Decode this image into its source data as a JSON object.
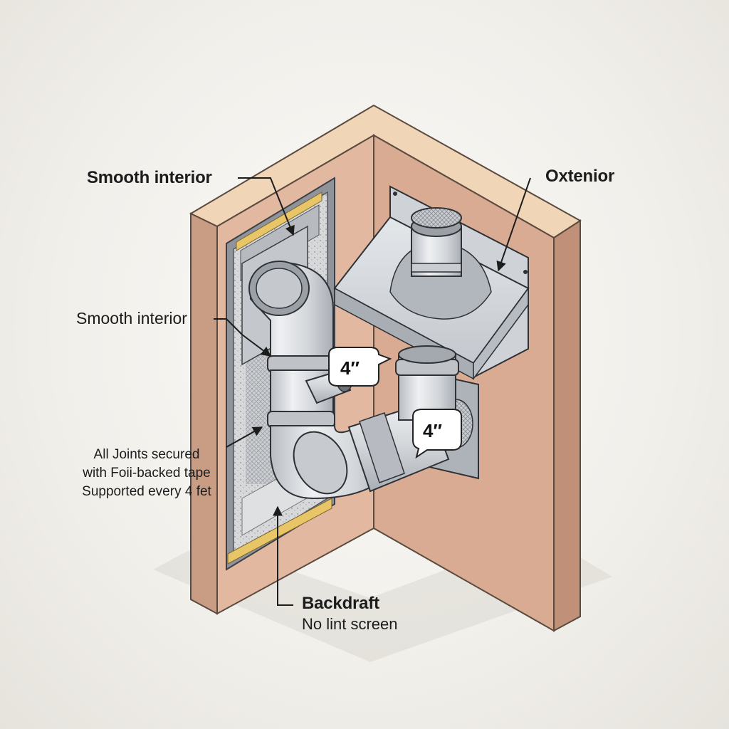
{
  "labels": {
    "smooth_interior_top": "Smooth interior",
    "smooth_interior_mid": "Smooth interior",
    "exterior": "Oxtenior",
    "joints_line1": "All Joints secured",
    "joints_line2": "with Foii-backed tape",
    "joints_line3": "Supported every 4 fet",
    "backdraft": "Backdraft",
    "no_lint_screen": "No lint screen",
    "size_left": "4″",
    "size_right": "4″"
  },
  "colors": {
    "wall_face": "#e2b8a0",
    "wall_side": "#c99c84",
    "wall_top": "#f0d5b6",
    "duct_metal": "#d5d8dc",
    "hood_metal": "#cfd3d8",
    "tape_yellow": "#e8c567"
  },
  "icons": {
    "screen": "mesh-screen-icon",
    "callout": "speech-bubble-icon"
  }
}
